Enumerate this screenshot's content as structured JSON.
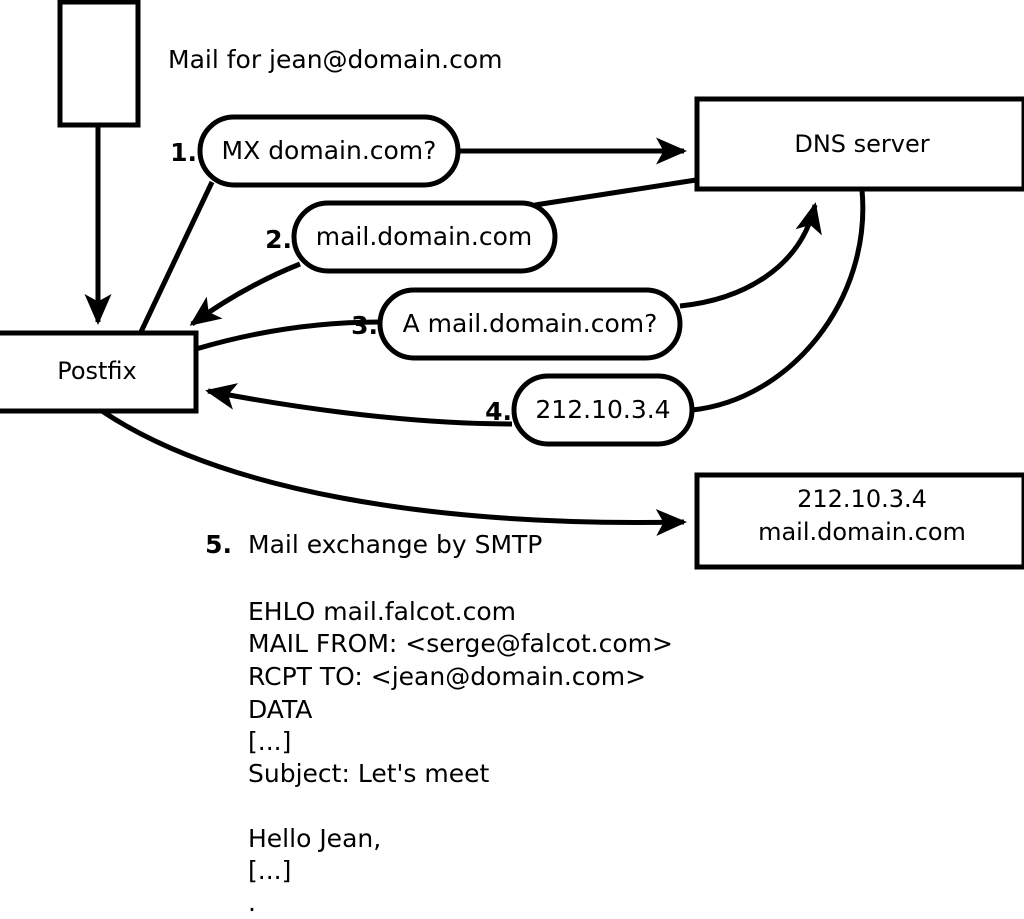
{
  "diagram": {
    "title_note": "Mail for jean@domain.com",
    "nodes": [
      {
        "id": "client",
        "label": ""
      },
      {
        "id": "postfix",
        "label": "Postfix"
      },
      {
        "id": "dns",
        "label": "DNS server"
      },
      {
        "id": "mailserver",
        "label_line1": "212.10.3.4",
        "label_line2": "mail.domain.com"
      }
    ],
    "steps": [
      {
        "num": "1.",
        "label": "MX domain.com?"
      },
      {
        "num": "2.",
        "label": "mail.domain.com"
      },
      {
        "num": "3.",
        "label": "A mail.domain.com?"
      },
      {
        "num": "4.",
        "label": "212.10.3.4"
      }
    ],
    "step5": {
      "num": "5.",
      "label": "Mail exchange by SMTP"
    },
    "smtp_session": [
      "EHLO mail.falcot.com",
      "MAIL FROM: <serge@falcot.com>",
      "RCPT TO: <jean@domain.com>",
      "DATA",
      "[...]",
      "Subject: Let's meet",
      "",
      "Hello Jean,",
      "[...]",
      "."
    ]
  },
  "colors": {
    "stroke": "#000000",
    "fill": "#ffffff",
    "text": "#000000"
  }
}
